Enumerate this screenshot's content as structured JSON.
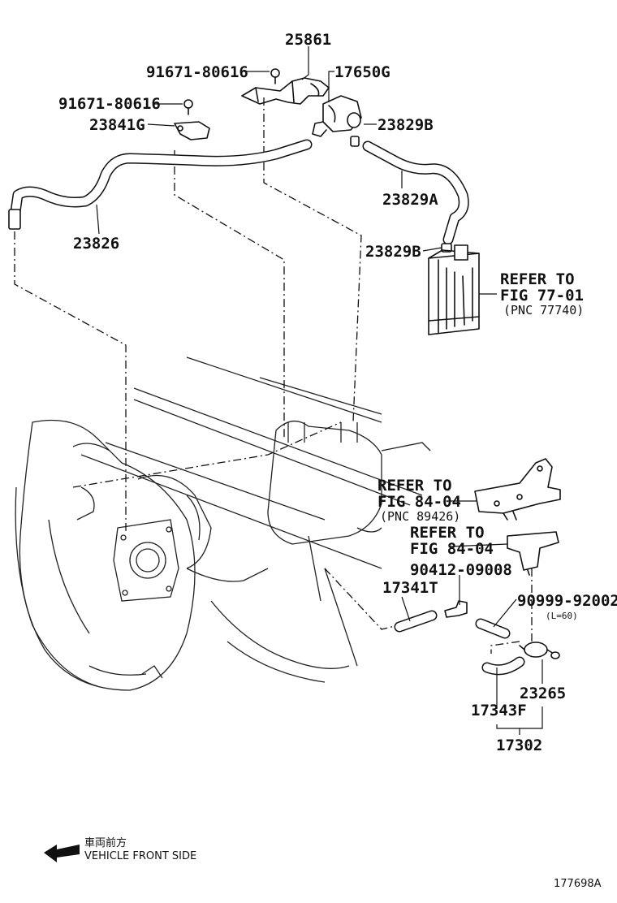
{
  "labels": {
    "p25861": "25861",
    "p91671_top": "91671-80616",
    "p17650G": "17650G",
    "p91671_left": "91671-80616",
    "p23841G": "23841G",
    "p23829B_top": "23829B",
    "p23826": "23826",
    "p23829A": "23829A",
    "p23829B_low": "23829B",
    "p17341T": "17341T",
    "p90412": "90412-09008",
    "p90999": "90999-92002",
    "p90999_len": "(L=60)",
    "p23265": "23265",
    "p17343F": "17343F",
    "p17302": "17302"
  },
  "refs": {
    "canister": {
      "line1": "REFER TO",
      "line2": "FIG 77-01",
      "line3": "(PNC 77740)"
    },
    "bracket": {
      "line1": "REFER TO",
      "line2": "FIG 84-04",
      "line3": "(PNC 89426)"
    },
    "sensor": {
      "line1": "REFER TO",
      "line2": "FIG 84-04"
    }
  },
  "footer": {
    "direction_jp": "車両前方",
    "direction_en": "VEHICLE FRONT SIDE",
    "figure_id": "177698A"
  }
}
